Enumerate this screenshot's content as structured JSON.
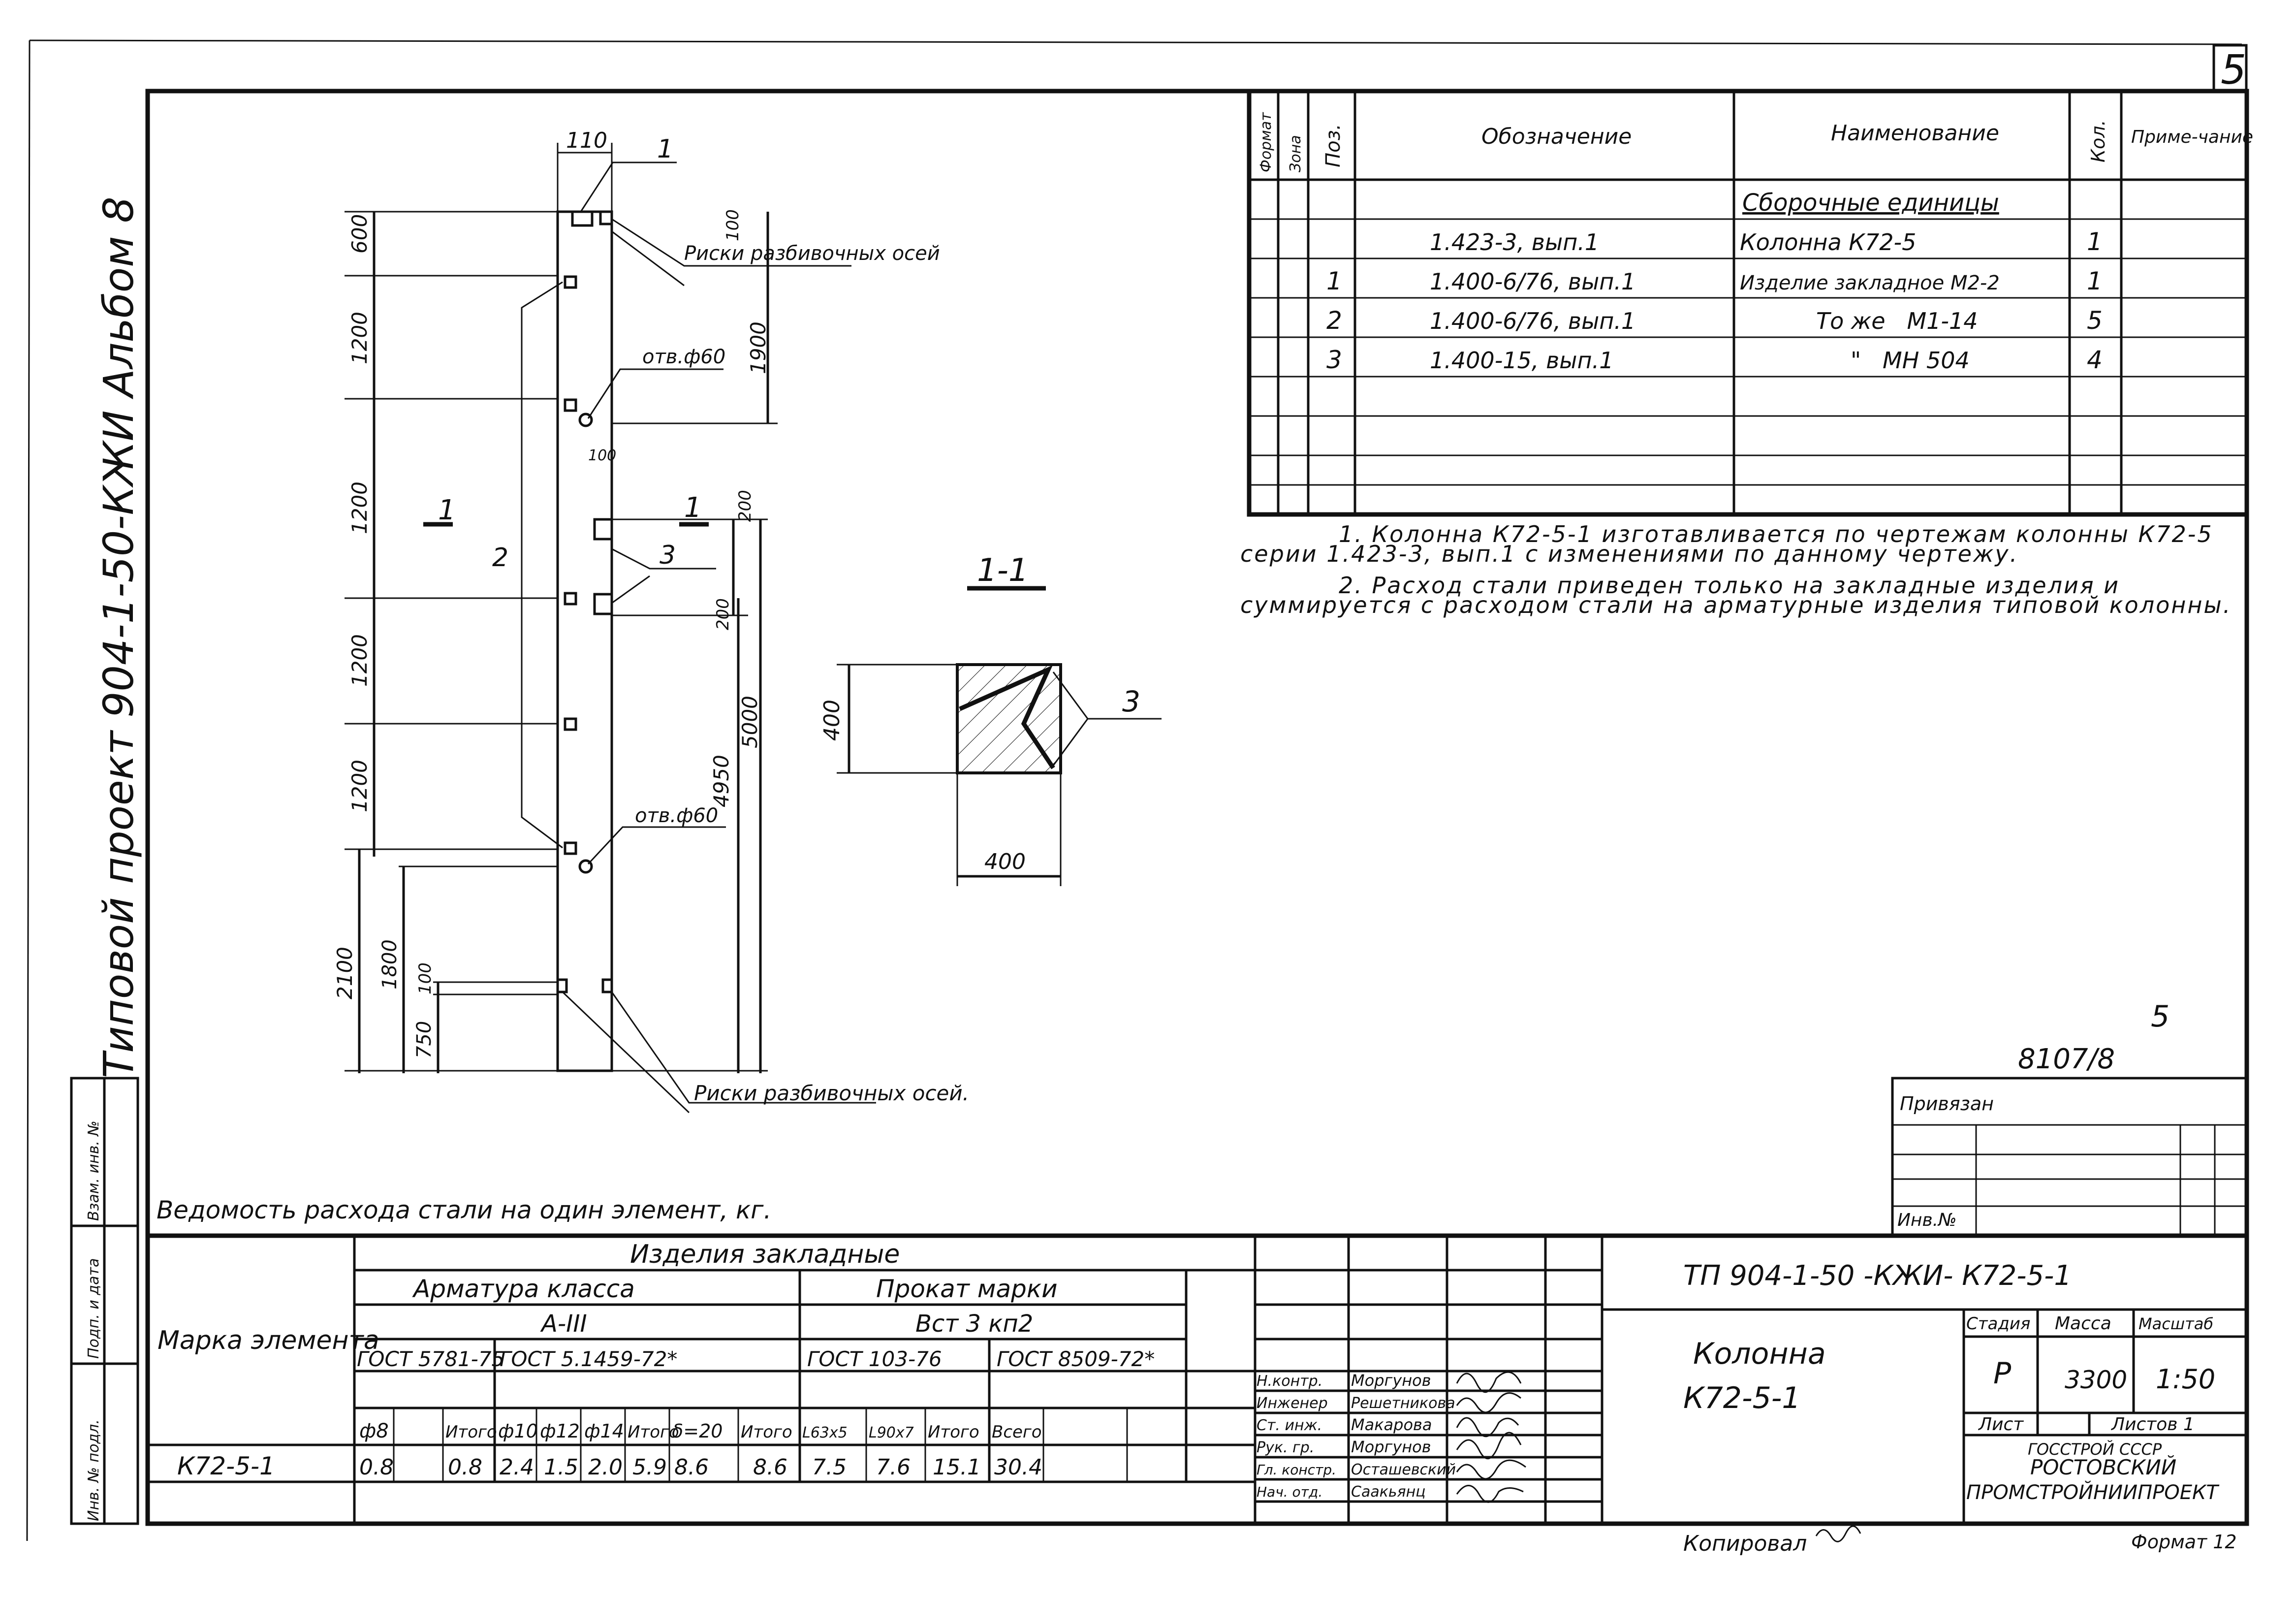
{
  "sheet_number": "5",
  "side_title": "Типовой проект   904-1-50-КЖИ Альбом 8",
  "side_stamp": [
    "Инв. № подл.",
    "Подп. и дата",
    "Взам. инв. №"
  ],
  "spec": {
    "headers": {
      "format": "Формат",
      "zone": "Зона",
      "pos": "Поз.",
      "designation": "Обозначение",
      "name": "Наименование",
      "qty": "Кол.",
      "note": "Приме-чание"
    },
    "section": "Сборочные единицы",
    "rows": [
      {
        "pos": "",
        "designation": "1.423-3, вып.1",
        "name": "Колонна  К72-5",
        "qty": "1"
      },
      {
        "pos": "1",
        "designation": "1.400-6/76, вып.1",
        "name": "Изделие закладное М2-2",
        "qty": "1"
      },
      {
        "pos": "2",
        "designation": "1.400-6/76, вып.1",
        "name": "То же   М1-14",
        "qty": "5"
      },
      {
        "pos": "3",
        "designation": "1.400-15, вып.1",
        "name": "\"   МН 504",
        "qty": "4"
      }
    ]
  },
  "notes": [
    "1. Колонна К72-5-1 изготавливается по чертежам колонны К72-5 серии 1.423-3, вып.1 с изменениями по данному чертежу.",
    "2. Расход стали приведен только на закладные изделия и суммируется с расходом стали на арматурные изделия типовой колонны."
  ],
  "drawing": {
    "top_dims": [
      "110"
    ],
    "callouts": [
      "1",
      "2",
      "3",
      "3",
      "1",
      "1"
    ],
    "risk_top": "Риски разбивочных осей",
    "risk_bottom": "Риски разбивочных осей.",
    "holes": [
      "отв.ф60",
      "отв.ф60"
    ],
    "left_dims": [
      "600",
      "1200",
      "1200",
      "1200",
      "1200",
      "2100",
      "1800",
      "100",
      "750"
    ],
    "right_dims": [
      "100",
      "1900",
      "100",
      "200",
      "4950",
      "5000",
      "200"
    ],
    "section_label": "1-1",
    "section_dims": [
      "400",
      "400"
    ],
    "section_callout": "3"
  },
  "sheet_refs": [
    "5",
    "8107/8"
  ],
  "privyazan": "Привязан",
  "inv_no": "Инв.№",
  "steel": {
    "title": "Ведомость расхода стали на один элемент, кг.",
    "col_mark": "Марка элемента",
    "group": "Изделия закладные",
    "arm": "Арматура класса",
    "arm_class": "А-III",
    "prokat": "Прокат марки",
    "prokat_grade": "Вст 3 кп2",
    "gosts": [
      "ГОСТ 5781-75",
      "ГОСТ 5.1459-72*",
      "ГОСТ 103-76",
      "ГОСТ 8509-72*"
    ],
    "cols": [
      "ф8",
      "Итого",
      "ф10",
      "ф12",
      "ф14",
      "Итого",
      "δ=20",
      "Итого",
      "L63х5",
      "L90х7",
      "Итого",
      "Всего"
    ],
    "row": {
      "mark": "К72-5-1",
      "values": [
        "0.8",
        "0.8",
        "2.4",
        "1.5",
        "2.0",
        "5.9",
        "8.6",
        "8.6",
        "7.5",
        "7.6",
        "15.1",
        "30.4"
      ]
    }
  },
  "title_block": {
    "code": "ТП 904-1-50 -КЖИ- К72-5-1",
    "name_line1": "Колонна",
    "name_line2": "К72-5-1",
    "stage_h": "Стадия",
    "mass_h": "Масса",
    "scale_h": "Масштаб",
    "stage": "Р",
    "mass": "3300",
    "scale": "1:50",
    "sheet_h": "Лист",
    "sheets_h": "Листов 1",
    "org1": "ГОССТРОЙ СССР",
    "org2": "РОСТОВСКИЙ",
    "org3": "ПРОМСТРОЙНИИПРОЕКТ",
    "roles": [
      {
        "role": "Н.контр.",
        "name": "Моргунов"
      },
      {
        "role": "Инженер",
        "name": "Решетникова"
      },
      {
        "role": "Ст. инж.",
        "name": "Макарова"
      },
      {
        "role": "Рук. гр.",
        "name": "Моргунов"
      },
      {
        "role": "Гл. констр.",
        "name": "Осташевский"
      },
      {
        "role": "Нач. отд.",
        "name": "Саакьянц"
      }
    ]
  },
  "copied": "Копировал",
  "format": "Формат 12"
}
